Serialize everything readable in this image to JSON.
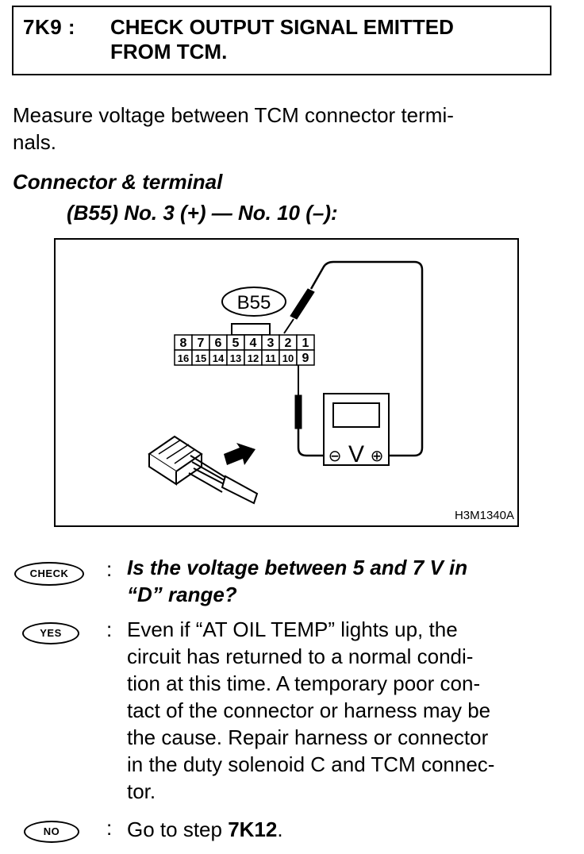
{
  "header": {
    "step": "7K9 :",
    "title": "CHECK OUTPUT SIGNAL EMITTED\nFROM TCM."
  },
  "intro": "Measure voltage between TCM connector termi-\nnals.",
  "connector": {
    "heading": "Connector & terminal",
    "spec": "(B55) No. 3 (+) — No. 10 (–):"
  },
  "figure": {
    "connector_label": "B55",
    "top_row": [
      "8",
      "7",
      "6",
      "5",
      "4",
      "3",
      "2",
      "1"
    ],
    "bottom_row": [
      "16",
      "15",
      "14",
      "13",
      "12",
      "11",
      "10",
      "9"
    ],
    "meter_symbol": "V",
    "negative_symbol": "⊖",
    "positive_symbol": "⊕",
    "code": "H3M1340A"
  },
  "check": {
    "badge": "CHECK",
    "colon": ":",
    "question": "Is the voltage between 5 and 7 V in\n“D” range?"
  },
  "yes": {
    "badge": "YES",
    "colon": ":",
    "text": "Even if “AT OIL TEMP” lights up, the\ncircuit has returned to a normal condi-\ntion at this time. A temporary poor con-\ntact of the connector or harness may be\nthe cause. Repair harness or connector\nin the duty solenoid C and TCM connec-\ntor."
  },
  "no": {
    "badge": "NO",
    "colon": ":",
    "text_prefix": "Go to step ",
    "step_ref": "7K12",
    "text_suffix": "."
  }
}
